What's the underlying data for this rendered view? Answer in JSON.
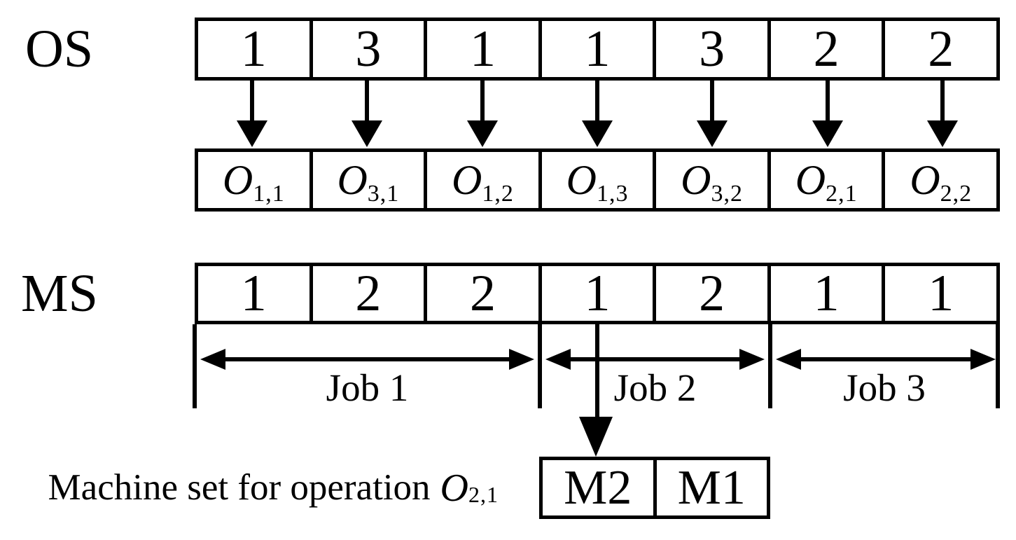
{
  "figure": {
    "os_row": {
      "label": "OS",
      "cells": [
        "1",
        "3",
        "1",
        "1",
        "3",
        "2",
        "2"
      ]
    },
    "operation_row": {
      "cells": [
        {
          "base": "O",
          "sub": "1,1"
        },
        {
          "base": "O",
          "sub": "3,1"
        },
        {
          "base": "O",
          "sub": "1,2"
        },
        {
          "base": "O",
          "sub": "1,3"
        },
        {
          "base": "O",
          "sub": "3,2"
        },
        {
          "base": "O",
          "sub": "2,1"
        },
        {
          "base": "O",
          "sub": "2,2"
        }
      ]
    },
    "ms_row": {
      "label": "MS",
      "cells": [
        "1",
        "2",
        "2",
        "1",
        "2",
        "1",
        "1"
      ]
    },
    "jobs": [
      {
        "label": "Job 1"
      },
      {
        "label": "Job 2"
      },
      {
        "label": "Job 3"
      }
    ],
    "machine_set": {
      "caption": "Machine set for operation",
      "op_base": "O",
      "op_sub": "2,1",
      "cells": [
        "M2",
        "M1"
      ]
    },
    "colors": {
      "ink": "#000000",
      "paper": "#ffffff"
    }
  }
}
